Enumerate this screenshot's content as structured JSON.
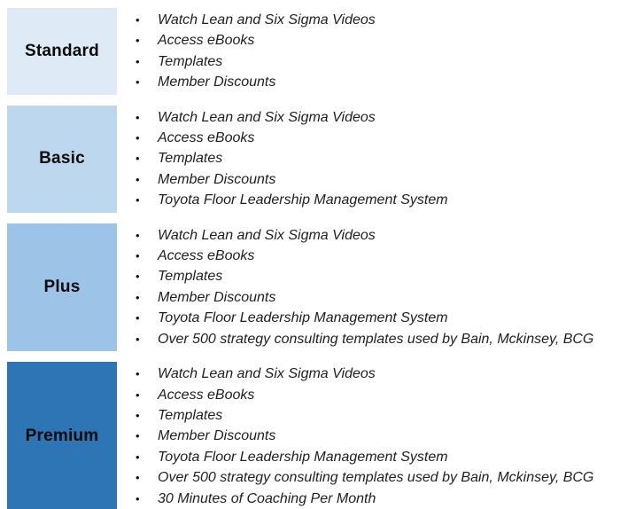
{
  "page": {
    "background": "#ffffff",
    "text_color": "#1f1f1f",
    "label_color": "#0b0b0b"
  },
  "tiers": [
    {
      "name": "Standard",
      "color": "#DEEBF7",
      "features": [
        "Watch Lean and Six Sigma Videos",
        "Access eBooks",
        "Templates",
        "Member Discounts"
      ]
    },
    {
      "name": "Basic",
      "color": "#BDD7EE",
      "features": [
        "Watch Lean and Six Sigma Videos",
        "Access eBooks",
        "Templates",
        "Member Discounts",
        "Toyota Floor Leadership Management System"
      ]
    },
    {
      "name": "Plus",
      "color": "#9DC3E6",
      "features": [
        "Watch Lean and Six Sigma Videos",
        "Access eBooks",
        "Templates",
        "Member Discounts",
        "Toyota Floor Leadership Management System",
        "Over 500 strategy consulting templates used by Bain, Mckinsey, BCG"
      ]
    },
    {
      "name": "Premium",
      "color": "#2E75B6",
      "features": [
        "Watch Lean and Six Sigma Videos",
        "Access eBooks",
        "Templates",
        "Member Discounts",
        "Toyota Floor Leadership Management System",
        "Over 500 strategy consulting templates used by Bain, Mckinsey, BCG",
        "30 Minutes of Coaching Per Month"
      ]
    }
  ]
}
